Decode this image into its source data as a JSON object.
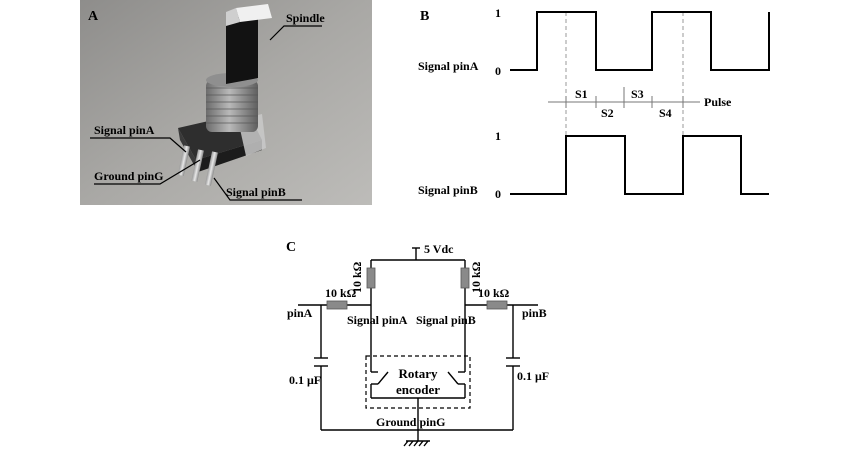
{
  "panels": {
    "a": "A",
    "b": "B",
    "c": "C"
  },
  "photo": {
    "spindle": "Spindle",
    "signal_pin_a": "Signal pinA",
    "ground_pin_g": "Ground pinG",
    "signal_pin_b": "Signal pinB"
  },
  "waveforms": {
    "pin_a_label": "Signal pinA",
    "pin_b_label": "Signal pinB",
    "level_high": "1",
    "level_low": "0",
    "pulse_label": "Pulse",
    "states": [
      "S1",
      "S2",
      "S3",
      "S4"
    ]
  },
  "circuit": {
    "supply": "5 Vdc",
    "r_pullup_a": "10 kΩ",
    "r_pullup_b": "10 kΩ",
    "r_series_a": "10 kΩ",
    "r_series_b": "10 kΩ",
    "pin_a": "pinA",
    "pin_b": "pinB",
    "signal_pin_a": "Signal  pinA",
    "signal_pin_b": "Signal  pinB",
    "cap_a": "0.1 μF",
    "cap_b": "0.1 μF",
    "encoder_line1": "Rotary",
    "encoder_line2": "encoder",
    "ground": "Ground  pinG"
  },
  "colors": {
    "photo_bg": "#9f9e9c",
    "photo_table": "#b5b4b1",
    "resistor": "#888888",
    "dashed": "#999999"
  }
}
